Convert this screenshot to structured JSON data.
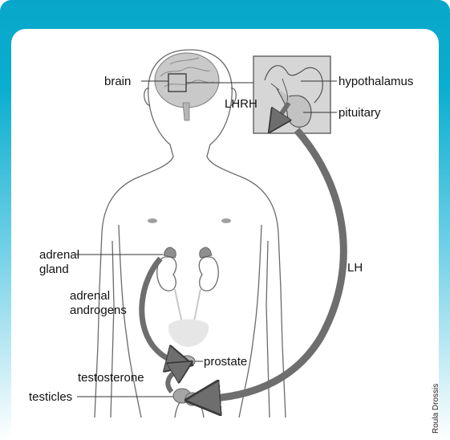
{
  "labels": {
    "brain": "brain",
    "hypothalamus": "hypothalamus",
    "lhrh": "LHRH",
    "pituitary": "pituitary",
    "lh": "LH",
    "adrenal_gland_line1": "adrenal",
    "adrenal_gland_line2": "gland",
    "adrenal_androgens_line1": "adrenal",
    "adrenal_androgens_line2": "androgens",
    "prostate": "prostate",
    "testosterone": "testosterone",
    "testicles": "testicles"
  },
  "credit": "Roula Drossis",
  "colors": {
    "header": "#0aaed0",
    "arrow": "#6e6e6e",
    "inset_bg": "#d6d6d6",
    "organ": "#a8a8a8",
    "outline": "#555555"
  }
}
